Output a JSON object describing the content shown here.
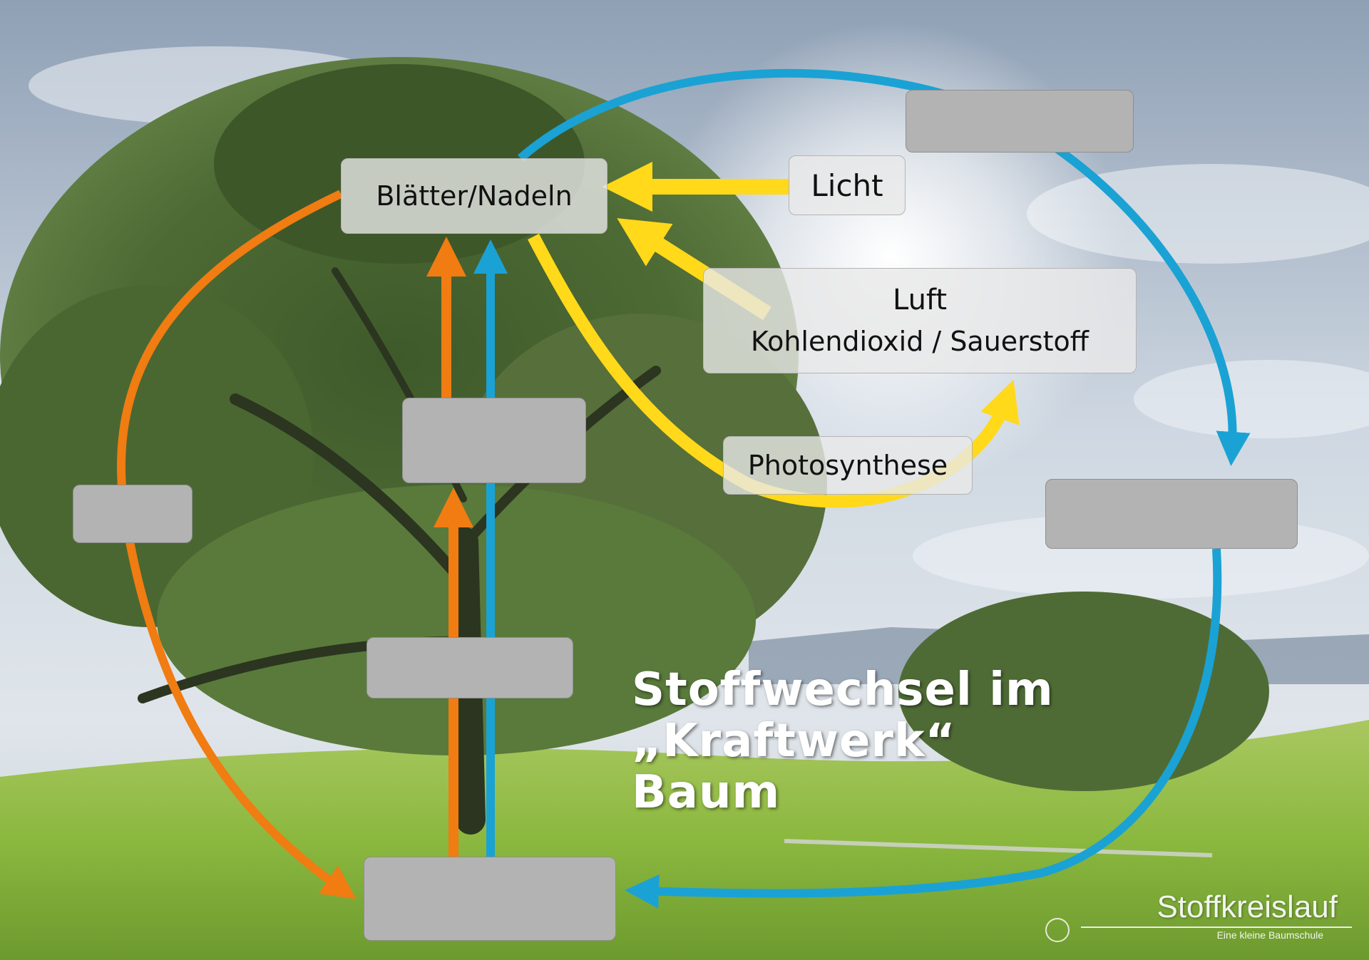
{
  "diagram": {
    "nodes": {
      "leaves": "Blätter/Nadeln",
      "light": "Licht",
      "air_title": "Luft",
      "air_sub": "Kohlendioxid / Sauerstoff",
      "photosynthesis": "Photosynthese"
    },
    "title_lines": [
      "Stoffwechsel im",
      "„Kraftwerk“",
      "Baum"
    ],
    "colors": {
      "orange": "#f07c12",
      "blue": "#1aa2d4",
      "yellow": "#ffd91a",
      "blank_box": "#b3b3b3"
    }
  },
  "brand": {
    "name": "Stoffkreislauf",
    "tagline": "Eine kleine Baumschule"
  }
}
